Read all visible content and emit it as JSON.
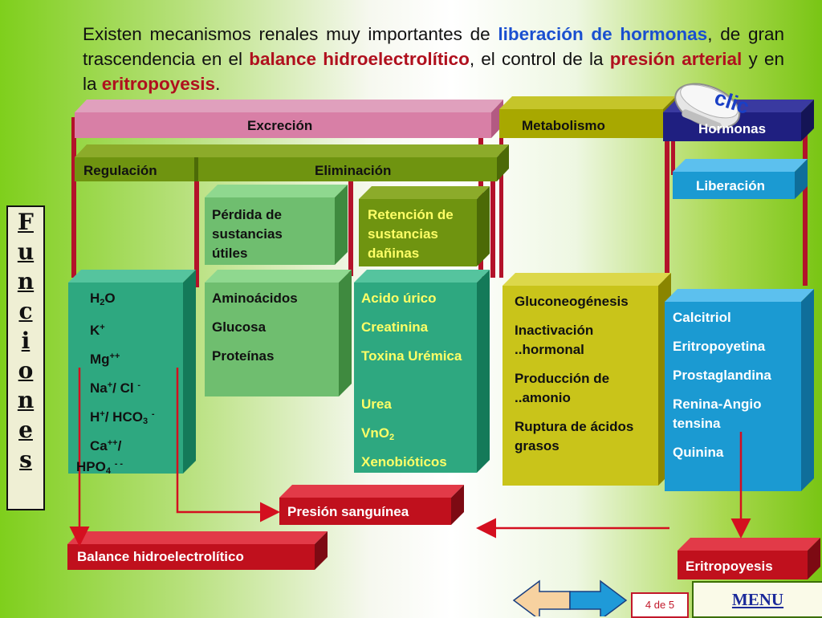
{
  "intro": {
    "p1": "Existen mecanismos renales muy importantes de ",
    "k1": "liberación de hormonas",
    "p2": ", de gran trascendencia en el ",
    "k2": "balance hidroelectrolítico",
    "p3": ", el control de la ",
    "k3": "presión arterial",
    "p4": " y en la ",
    "k4": "eritropoyesis",
    "p5": "."
  },
  "headers": {
    "excrecion": "Excreción",
    "metabolismo": "Metabolismo",
    "hormonas": "Hormonas",
    "regulacion": "Regulación",
    "eliminacion": "Eliminación",
    "liberacion": "Liberación",
    "perdida": "Pérdida de sustancias útiles",
    "retencion": "Retención de sustancias dañinas"
  },
  "side_label": [
    "F",
    "u",
    "n",
    "c",
    "i",
    "o",
    "n",
    "e",
    "s"
  ],
  "regulacion_items": [
    "H2O",
    "K+",
    "Mg++",
    "Na+/ Cl -",
    "H+/ HCO3 -",
    "Ca++/ HPO4 - -"
  ],
  "perdida_items": [
    "Aminoácidos",
    "Glucosa",
    "Proteínas"
  ],
  "retencion_items": [
    "Acido úrico",
    "Creatinina",
    "Toxina Urémica",
    "Urea",
    "VnO2",
    "Xenobióticos"
  ],
  "metabolismo_items": [
    "Gluconeogénesis",
    "Inactivación ..hormonal",
    "Producción de ..amonio",
    "Ruptura de ácidos grasos"
  ],
  "hormonas_items": [
    "Calcitriol",
    "Eritropoyetina",
    "Prostaglandina",
    "Renina-Angio tensina",
    "Quinina"
  ],
  "outcomes": {
    "presion": "Presión sanguínea",
    "balance": "Balance hidroelectrolítico",
    "eritropoyesis": "Eritropoyesis"
  },
  "nav": {
    "clic": "clic",
    "menu": "MENU",
    "page": "4 de 5"
  },
  "colors": {
    "pink": "#d87fa6",
    "olive": "#a8a800",
    "navy": "#1f1f80",
    "teal": "#2ea880",
    "green": "#6fbe6f",
    "blue": "#1b9ad2",
    "yellow": "#c9c41a",
    "red": "#c0101d"
  }
}
